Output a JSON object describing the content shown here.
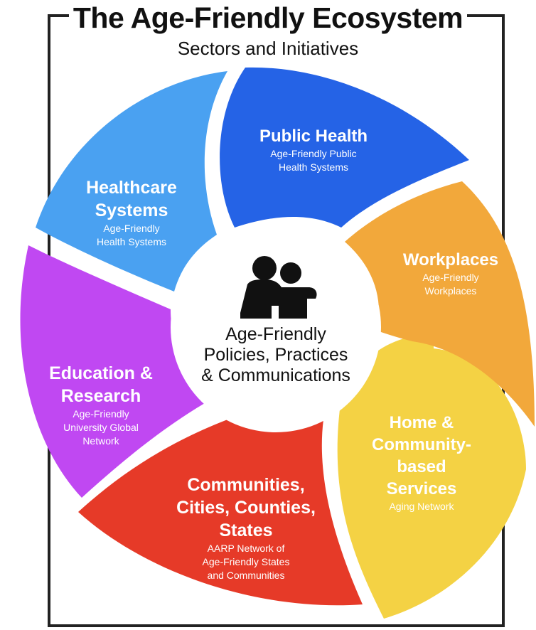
{
  "title": "The Age-Friendly Ecosystem",
  "subtitle": "Sectors and Initiatives",
  "center": {
    "icon": "two-people-embrace-icon",
    "lines": [
      "Age-Friendly",
      "Policies, Practices",
      "& Communications"
    ]
  },
  "sectors": [
    {
      "id": "public-health",
      "heading": [
        "Public Health"
      ],
      "sub": [
        "Age-Friendly Public",
        "Health Systems"
      ],
      "color": "#2563e6"
    },
    {
      "id": "workplaces",
      "heading": [
        "Workplaces"
      ],
      "sub": [
        "Age-Friendly",
        "Workplaces"
      ],
      "color": "#f2a83b"
    },
    {
      "id": "home-community-services",
      "heading": [
        "Home &",
        "Community-",
        "based",
        "Services"
      ],
      "sub": [
        "Aging Network"
      ],
      "color": "#f4d244"
    },
    {
      "id": "communities-cities-counties-states",
      "heading": [
        "Communities,",
        "Cities, Counties,",
        "States"
      ],
      "sub": [
        "AARP Network of",
        "Age-Friendly States",
        "and Communities"
      ],
      "color": "#e63a28"
    },
    {
      "id": "education-research",
      "heading": [
        "Education &",
        "Research"
      ],
      "sub": [
        "Age-Friendly",
        "University Global",
        "Network"
      ],
      "color": "#c048f2"
    },
    {
      "id": "healthcare-systems",
      "heading": [
        "Healthcare",
        "Systems"
      ],
      "sub": [
        "Age-Friendly",
        "Health Systems"
      ],
      "color": "#4aa1f1"
    }
  ],
  "colors": {
    "text_dark": "#111111",
    "text_light": "#ffffff",
    "frame": "#222222"
  }
}
